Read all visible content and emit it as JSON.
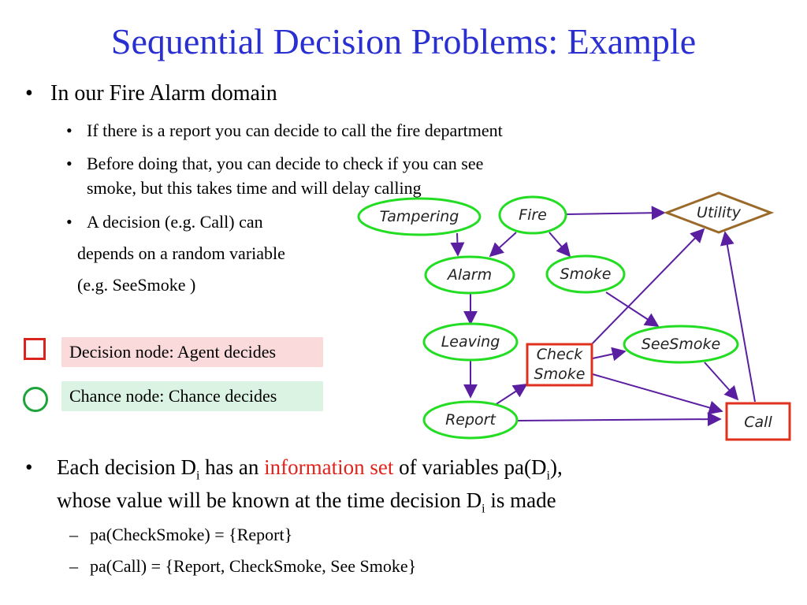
{
  "title": "Sequential Decision Problems: Example",
  "bullets": {
    "main": "In our Fire Alarm domain",
    "sub1": "If there is a report you can decide to call the fire department",
    "sub2_line1": "Before doing that, you can decide to check if you can see",
    "sub2_line2": "smoke, but this takes time and will delay calling",
    "sub3_line1": "A decision (e.g. Call) can",
    "sub3_line2": "depends on a random variable",
    "sub3_line3": "(e.g. SeeSmoke )"
  },
  "legend": {
    "decision": "Decision node: Agent decides",
    "chance": "Chance node: Chance decides"
  },
  "info_set": {
    "line1_a": "Each decision D",
    "sub_i": "i",
    "line1_b": " has an ",
    "highlight": "information set",
    "line1_c": " of variables pa(D",
    "line1_d": "),",
    "line2_a": "whose value will be known at the time decision D",
    "line2_b": " is made",
    "item1": "pa(CheckSmoke) = {Report}",
    "item2": "pa(Call) = {Report, CheckSmoke, See Smoke}"
  },
  "diagram": {
    "nodes": {
      "tampering": "Tampering",
      "fire": "Fire",
      "utility": "Utility",
      "alarm": "Alarm",
      "smoke": "Smoke",
      "leaving": "Leaving",
      "check_smoke_1": "Check",
      "check_smoke_2": "Smoke",
      "see_smoke": "SeeSmoke",
      "report": "Report",
      "call": "Call"
    },
    "colors": {
      "chance": "#22dd22",
      "decision": "#e0301e",
      "utility": "#9a6a2a",
      "arrow": "#5a1fa0"
    }
  }
}
